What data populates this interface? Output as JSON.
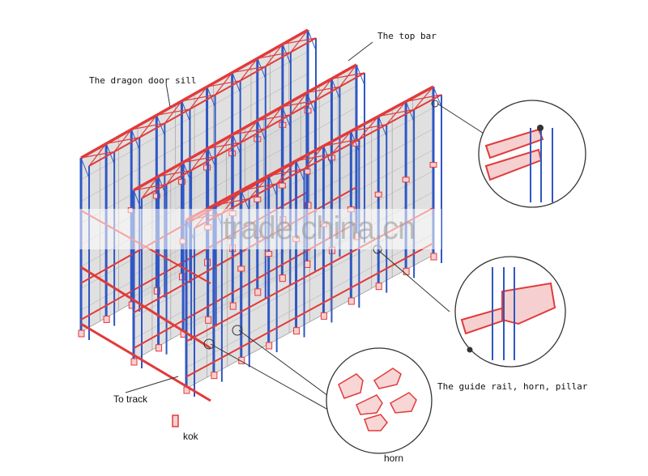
{
  "labels": {
    "top_bar": "The top bar",
    "dragon_door_sill": "The dragon door sill",
    "guide_rail": "The guide rail, horn, pillar",
    "to_track": "To track",
    "kok": "kok",
    "horn": "horn"
  },
  "watermark": "trade.china.cn",
  "colors": {
    "beam_red": "#e23a3a",
    "upright_blue": "#2f57c4",
    "pallet_grey": "#d9d9d9",
    "line": "#333333"
  }
}
